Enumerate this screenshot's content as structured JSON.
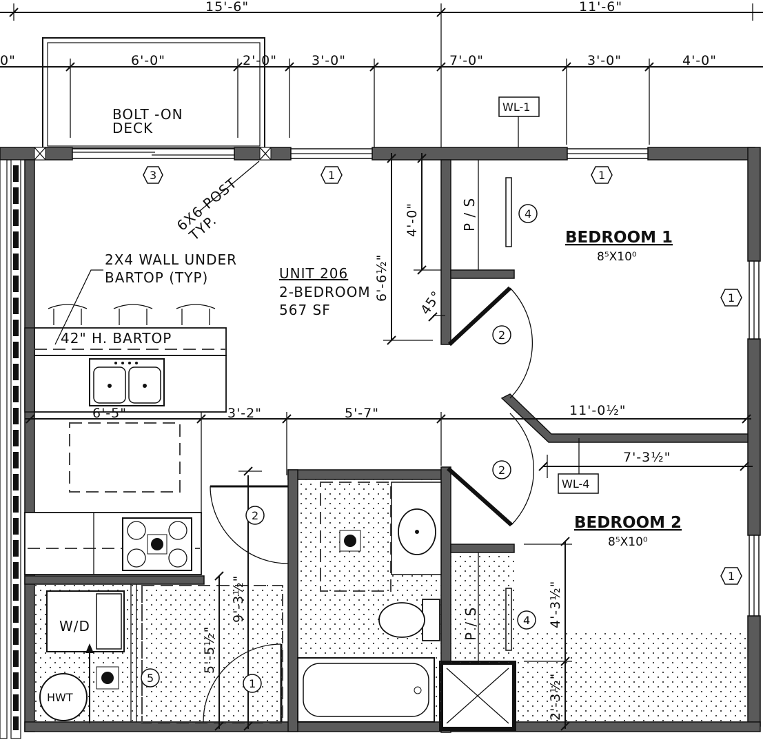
{
  "dimensions": {
    "top_overall_left": "15'-6\"",
    "top_overall_right": "11'-6\"",
    "top_partial_left": "0\"",
    "seg_6_0": "6'-0\"",
    "seg_2_0": "2'-0\"",
    "seg_3_0a": "3'-0\"",
    "seg_7_0": "7'-0\"",
    "seg_3_0b": "3'-0\"",
    "seg_4_0": "4'-0\"",
    "closet_4_0": "4'-0\"",
    "vert_6_6h": "6'-6½\"",
    "angle_45": "45°",
    "mid_6_5": "6'-5\"",
    "mid_3_2": "3'-2\"",
    "mid_5_7": "5'-7\"",
    "mid_11_0h": "11'-0½\"",
    "br2_7_3h": "7'-3½\"",
    "vert_9_3h": "9'-3½\"",
    "vert_5_5h": "5'-5½\"",
    "vert_4_3h": "4'-3½\"",
    "vert_2_3h": "2'-3½\""
  },
  "labels": {
    "deck_line1": "BOLT -ON",
    "deck_line2": "DECK",
    "post_line1": "6X6 POST",
    "post_line2": "TYP.",
    "wall_note_line1": "2X4 WALL UNDER",
    "wall_note_line2": "BARTOP (TYP)",
    "unit_line1": "UNIT 206",
    "unit_line2": "2-BEDROOM",
    "unit_line3": "567 SF",
    "bartop": "42\" H. BARTOP",
    "wd": "W/D",
    "hwt": "HWT",
    "ps": "P / S",
    "wl1": "WL-1",
    "wl4": "WL-4"
  },
  "rooms": {
    "bedroom1_name": "BEDROOM 1",
    "bedroom1_size": "8⁵X10⁰",
    "bedroom2_name": "BEDROOM 2",
    "bedroom2_size": "8⁵X10⁰"
  },
  "tags": {
    "t1": "1",
    "t2": "2",
    "t3": "3",
    "t4": "4",
    "t5": "5"
  }
}
